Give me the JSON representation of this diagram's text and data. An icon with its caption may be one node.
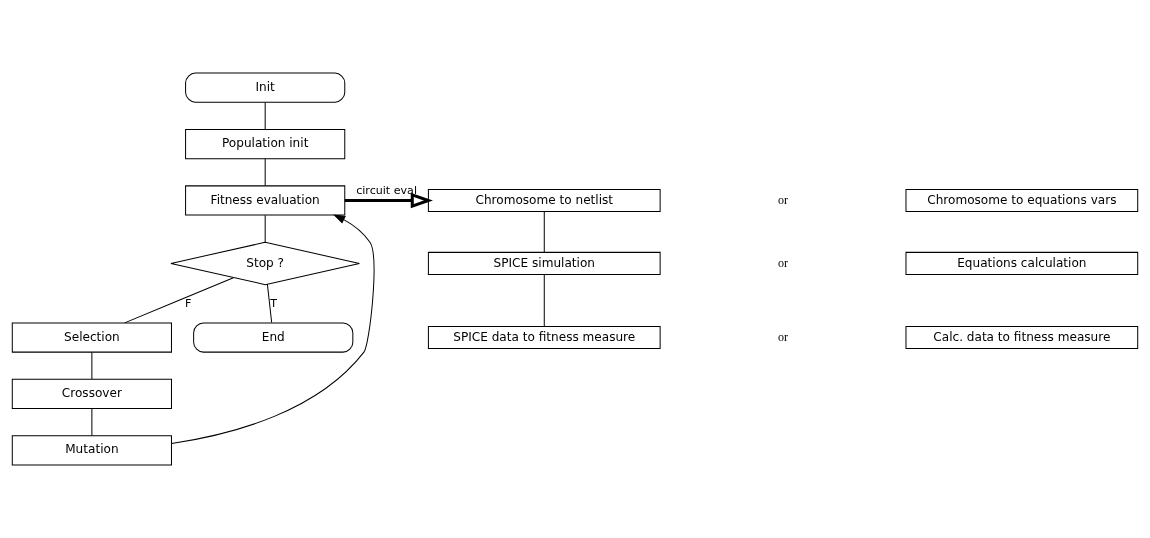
{
  "diagram": {
    "nodes": [
      {
        "text": [
          "Init"
        ]
      },
      {
        "text": [
          "Population init"
        ]
      },
      {
        "text": [
          "Fitness evaluation"
        ]
      },
      {
        "text": [
          "Stop ?"
        ]
      },
      {
        "text": [
          "Selection"
        ]
      },
      {
        "text": [
          "Crossover"
        ]
      },
      {
        "text": [
          "Mutation"
        ]
      },
      {
        "text": [
          "End"
        ]
      },
      {
        "text": [
          "Chromosome to netlist"
        ]
      },
      {
        "text": [
          "Chromosome to equations vars"
        ]
      },
      {
        "text": [
          "SPICE simulation"
        ]
      },
      {
        "text": [
          "Equations calculation"
        ]
      },
      {
        "text": [
          "SPICE data to fitness measure"
        ]
      },
      {
        "text": [
          "Calc. data to fitness measure"
        ]
      }
    ],
    "edges": [
      {
        "from": 0,
        "to": 1,
        "arrow": "none"
      },
      {
        "from": 1,
        "to": 2,
        "arrow": "none"
      },
      {
        "from": 2,
        "to": 3,
        "arrow": "none"
      },
      {
        "from": 3,
        "to": 7,
        "arrow": "none",
        "label": "T"
      },
      {
        "from": 3,
        "to": 4,
        "arrow": "none",
        "label": "F"
      },
      {
        "from": 4,
        "to": 5,
        "arrow": "none"
      },
      {
        "from": 5,
        "to": 6,
        "arrow": "none"
      },
      {
        "from": 6,
        "to": 2,
        "arrow": "to"
      },
      {
        "from": 2,
        "to": 8,
        "arrow": "to",
        "label": "circuit eval",
        "style": "thick"
      },
      {
        "from": 8,
        "to": 10,
        "arrow": "none"
      },
      {
        "from": 10,
        "to": 12,
        "arrow": "none"
      }
    ],
    "labels": [
      "or",
      "or",
      "or"
    ]
  }
}
